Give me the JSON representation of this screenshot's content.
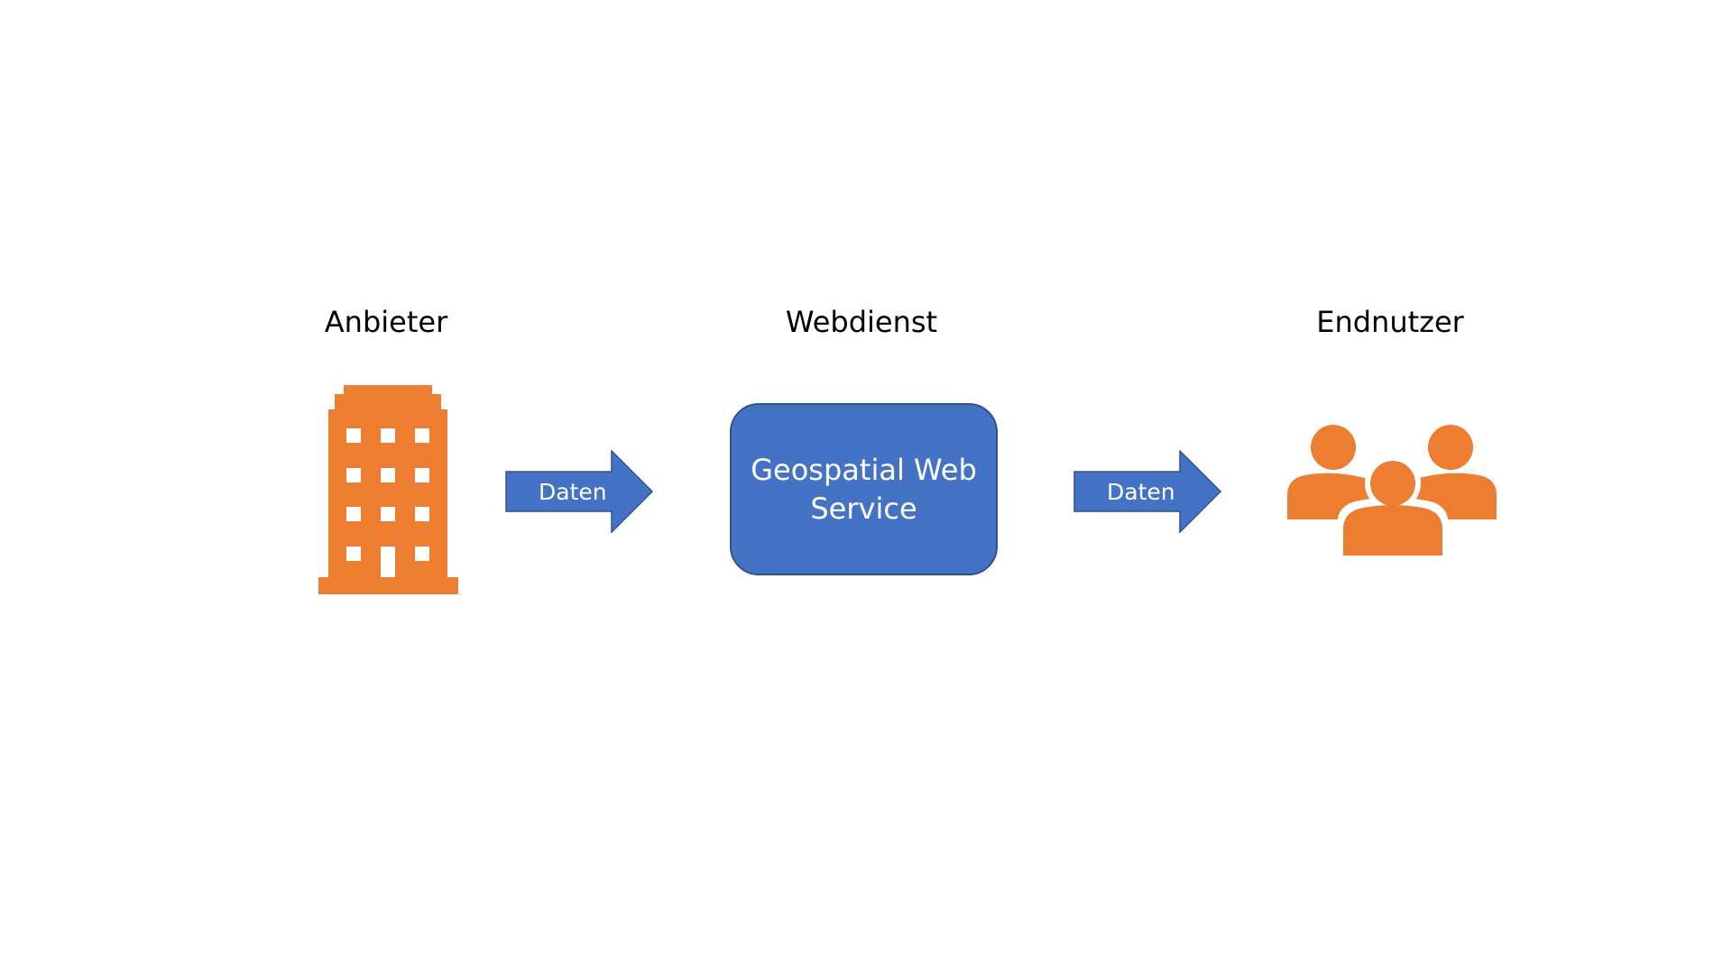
{
  "colors": {
    "orange": "#ED7D31",
    "blue": "#4472C4",
    "blue_border": "#2F528F",
    "text": "#000000",
    "white": "#FFFFFF"
  },
  "provider": {
    "label": "Anbieter",
    "icon": "office-building-icon"
  },
  "webservice": {
    "label": "Webdienst",
    "box_lines": [
      "Geospatial Web",
      "Service"
    ]
  },
  "enduser": {
    "label": "Endnutzer",
    "icon": "user-group-icon"
  },
  "arrows": [
    {
      "label": "Daten"
    },
    {
      "label": "Daten"
    }
  ]
}
